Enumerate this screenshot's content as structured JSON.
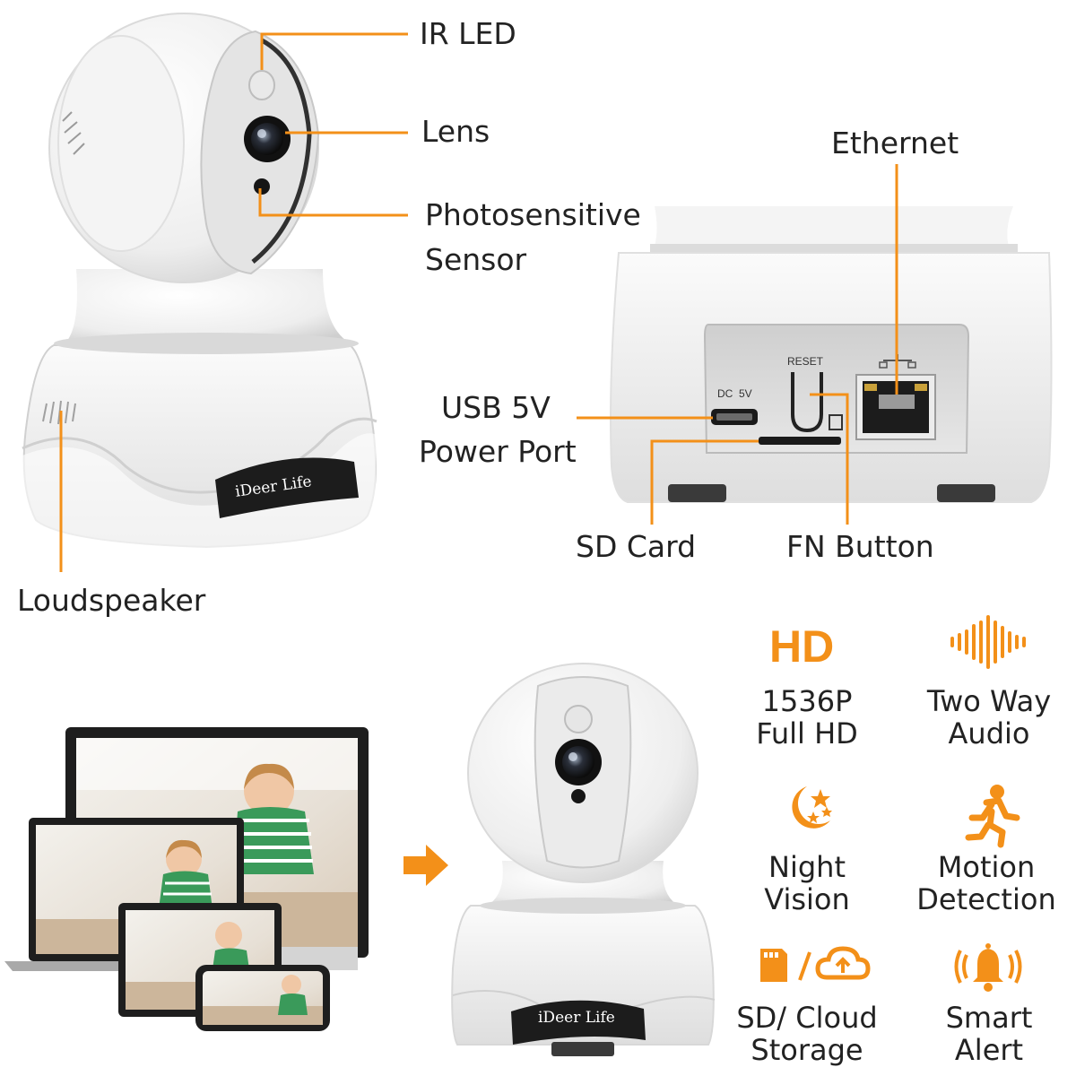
{
  "colors": {
    "accent": "#f39019",
    "body": "#f2f2f2",
    "panel": "#d8d8d8",
    "dark": "#1c1c1c"
  },
  "callouts": {
    "ir_led": "IR LED",
    "lens": "Lens",
    "photosensor_line1": "Photosensitive",
    "photosensor_line2": "Sensor",
    "loudspeaker": "Loudspeaker",
    "ethernet": "Ethernet",
    "usb_line1": "USB 5V",
    "usb_line2": "Power Port",
    "sd_card": "SD Card",
    "fn_button": "FN Button"
  },
  "camera": {
    "brand": "iDeer Life",
    "port_dc": "DC  5V",
    "port_reset": "RESET"
  },
  "features": [
    {
      "icon": "hd-icon",
      "badge": "HD",
      "line1": "1536P",
      "line2": "Full HD"
    },
    {
      "icon": "sound-wave-icon",
      "line1": "Two Way",
      "line2": "Audio"
    },
    {
      "icon": "moon-stars-icon",
      "line1": "Night",
      "line2": "Vision"
    },
    {
      "icon": "running-person-icon",
      "line1": "Motion",
      "line2": "Detection"
    },
    {
      "icon": "sd-cloud-icon",
      "line1": "SD/ Cloud",
      "line2": "Storage"
    },
    {
      "icon": "bell-alert-icon",
      "line1": "Smart",
      "line2": "Alert"
    }
  ],
  "icons": {
    "arrow": "arrow-right-icon",
    "devices": "multi-device-screens"
  }
}
